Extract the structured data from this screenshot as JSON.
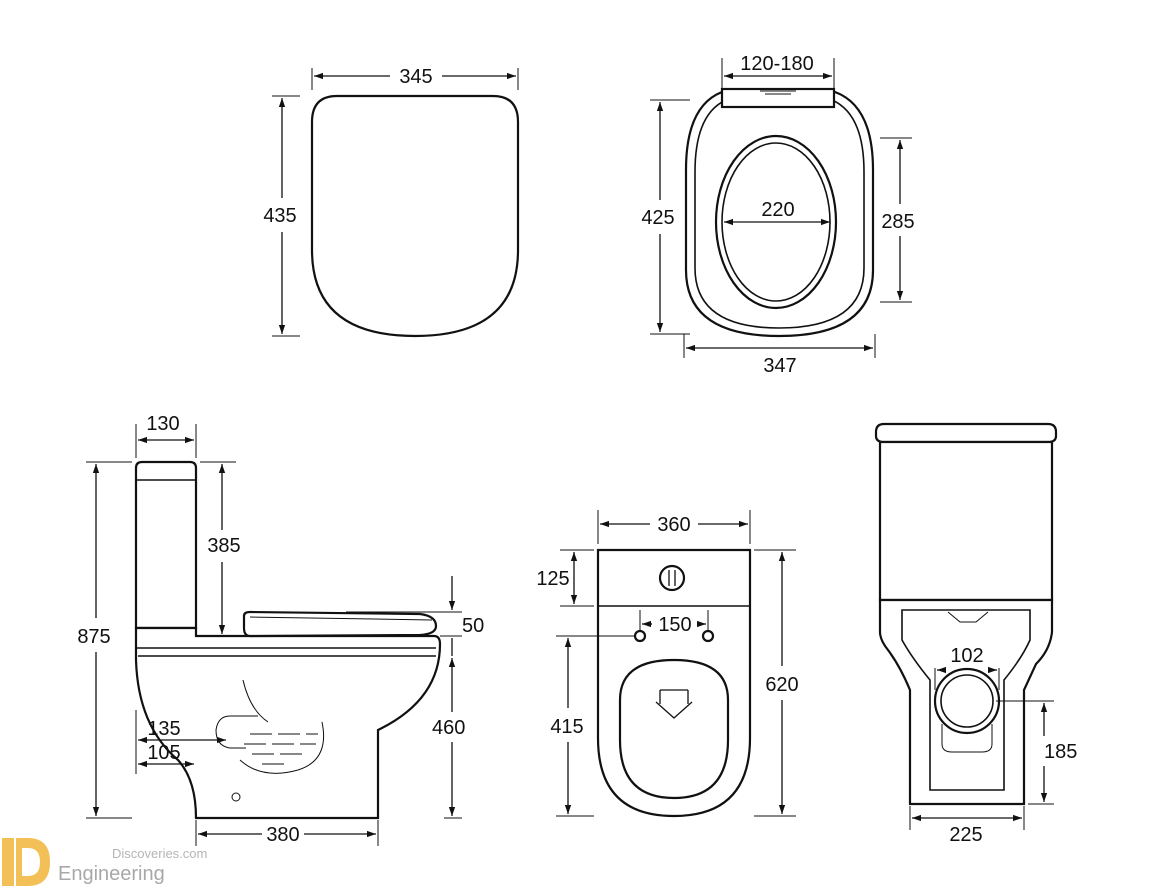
{
  "views": {
    "lid_top": {
      "width": "345",
      "depth": "435"
    },
    "seat_top": {
      "hinge_width": "120-180",
      "opening": "220",
      "depth": "425",
      "opening_depth": "285",
      "width": "347"
    },
    "side": {
      "tank_depth": "130",
      "tank_height": "385",
      "total_height": "875",
      "seat_thickness": "50",
      "seat_height": "460",
      "outlet_height_1": "135",
      "outlet_height_2": "105",
      "length": "380"
    },
    "bottom": {
      "width": "360",
      "hole_offset": "125",
      "bolt_spacing": "150",
      "length": "620",
      "bolt_to_outlet": "415"
    },
    "back": {
      "outlet_diameter": "102",
      "outlet_height": "185",
      "base_width": "225"
    }
  },
  "watermark": {
    "line1": "Discoveries.com",
    "line2": "Engineering",
    "logo_letter": "D"
  }
}
